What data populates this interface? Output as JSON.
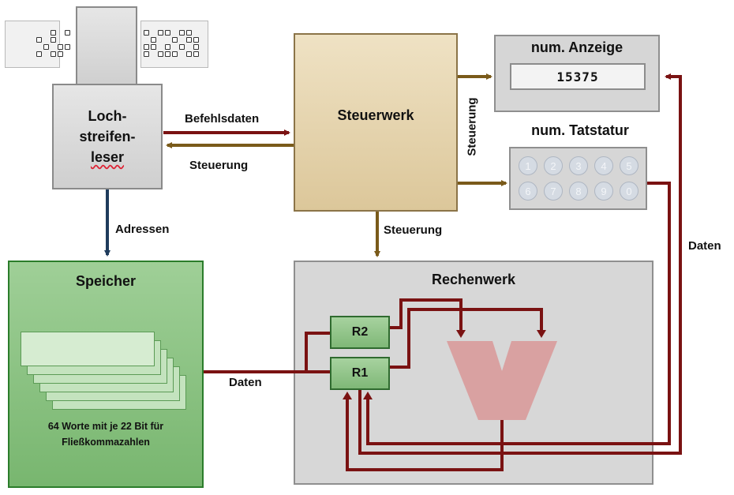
{
  "blocks": {
    "lochstreifenleser": {
      "lines": [
        "Loch-",
        "streifen-",
        "leser"
      ]
    },
    "steuerwerk": "Steuerwerk",
    "anzeige": {
      "title": "num. Anzeige",
      "value": "15375"
    },
    "tastatur": {
      "title": "num. Tatstatur",
      "keys": [
        "1",
        "2",
        "3",
        "4",
        "5",
        "6",
        "7",
        "8",
        "9",
        "0"
      ]
    },
    "speicher": {
      "title": "Speicher",
      "description_line1": "64 Worte mit je 22 Bit für",
      "description_line2": "Fließkommazahlen"
    },
    "rechenwerk": {
      "title": "Rechenwerk",
      "registers": [
        "R2",
        "R1"
      ]
    }
  },
  "labels": {
    "befehlsdaten": "Befehlsdaten",
    "steuerung_left": "Steuerung",
    "steuerung_vertical": "Steuerung",
    "steuerung_down": "Steuerung",
    "adressen": "Adressen",
    "daten_left": "Daten",
    "daten_right": "Daten"
  },
  "colors": {
    "data_arrow": "#7a1212",
    "control_arrow": "#7a5a1a",
    "address_arrow": "#1f3b5c",
    "alu": "#d99b9b",
    "speicher": "#7dbb74",
    "steuerwerk": "#e2cfa4"
  }
}
